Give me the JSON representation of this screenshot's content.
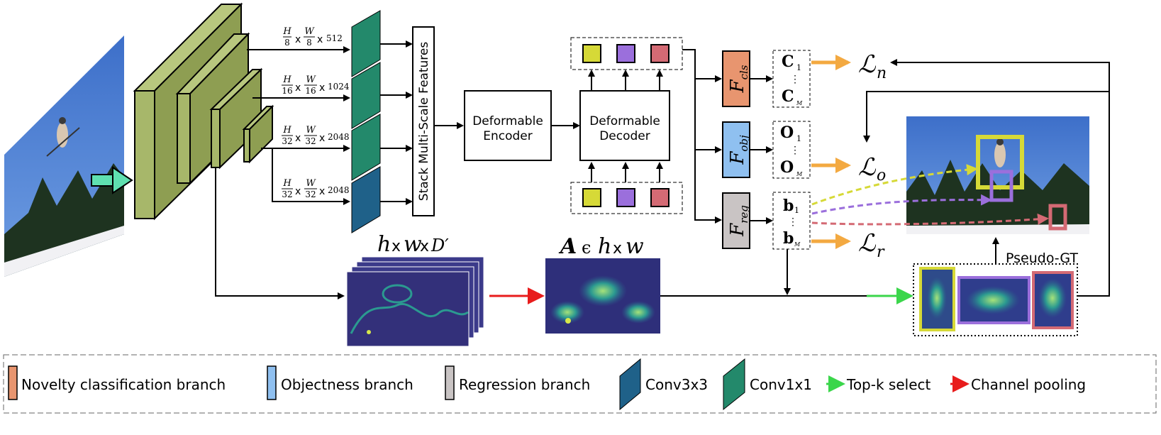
{
  "stages": {
    "stack_features": "Stack Multi-Scale Features",
    "encoder_line1": "Deformable",
    "encoder_line2": "Encoder",
    "decoder_line1": "Deformable",
    "decoder_line2": "Decoder"
  },
  "scales": [
    {
      "num": "H",
      "den": "8",
      "num2": "W",
      "den2": "8",
      "ch": "512"
    },
    {
      "num": "H",
      "den": "16",
      "num2": "W",
      "den2": "16",
      "ch": "1024"
    },
    {
      "num": "H",
      "den": "32",
      "num2": "W",
      "den2": "32",
      "ch": "2048"
    },
    {
      "num": "H",
      "den": "32",
      "num2": "W",
      "den2": "32",
      "ch": "2048"
    }
  ],
  "heads": {
    "cls": {
      "base": "F",
      "sub": "cls"
    },
    "obj": {
      "base": "F",
      "sub": "obj"
    },
    "reg": {
      "base": "F",
      "sub": "reg"
    }
  },
  "outputs": {
    "c1": "C",
    "c1_sub": "1",
    "cm": "C",
    "cm_sub": "M",
    "o1": "O",
    "o1_sub": "1",
    "om": "O",
    "om_sub": "M",
    "b1": "b",
    "b1_sub": "1",
    "bm": "b",
    "bm_sub": "M"
  },
  "losses": {
    "ln": "ℒ",
    "ln_sub": "n",
    "lo": "ℒ",
    "lo_sub": "o",
    "lr": "ℒ",
    "lr_sub": "r"
  },
  "feature_label": {
    "h": "h",
    "x1": "x",
    "w": "w",
    "x2": "x",
    "d": "D′"
  },
  "attention_label": {
    "a": "A",
    "in": "ϵ",
    "h": "h",
    "x": "x",
    "w": "w"
  },
  "pseudo_gt": "Pseudo-GT",
  "legend": [
    {
      "label": "Novelty classification branch",
      "color": "#e8956f"
    },
    {
      "label": "Objectness branch",
      "color": "#8fc0f0"
    },
    {
      "label": "Regression branch",
      "color": "#c9c4c4"
    },
    {
      "label": "Conv3x3",
      "color": "#1f6189"
    },
    {
      "label": "Conv1x1",
      "color": "#23896b"
    },
    {
      "label": "Top-k select",
      "color": "#3bd64b"
    },
    {
      "label": "Channel pooling",
      "color": "#e81c1c"
    }
  ],
  "colors": {
    "backbone": "#a7b76a",
    "query_yellow": "#d6d937",
    "query_purple": "#9b6fdc",
    "query_pink": "#d46a74",
    "loss_arrow": "#f3a941",
    "heatmap": "#2b7a92"
  }
}
